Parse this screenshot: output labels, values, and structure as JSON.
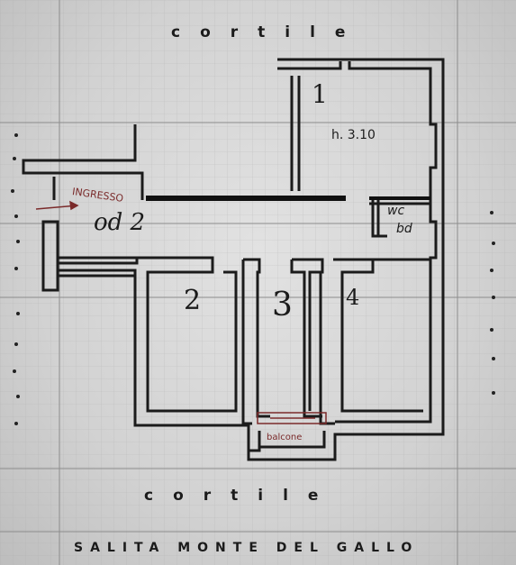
{
  "plan": {
    "top_label": "cortile",
    "bottom_label": "cortile",
    "street_label": "SALITA MONTE DEL GALLO",
    "entrance_label": "INGRESSO",
    "height_note": "h. 3.10",
    "rooms": [
      "1",
      "2",
      "3",
      "4"
    ],
    "corridor_note": "od 2",
    "bathroom_note": "wc",
    "bathroom_note_2": "bd",
    "balcony_label": "balcone"
  },
  "colors": {
    "paper": "#d8d8d8",
    "ink": "#1b1b1b",
    "grid": "#9a9a9a",
    "annotation": "#7a2a2a"
  }
}
